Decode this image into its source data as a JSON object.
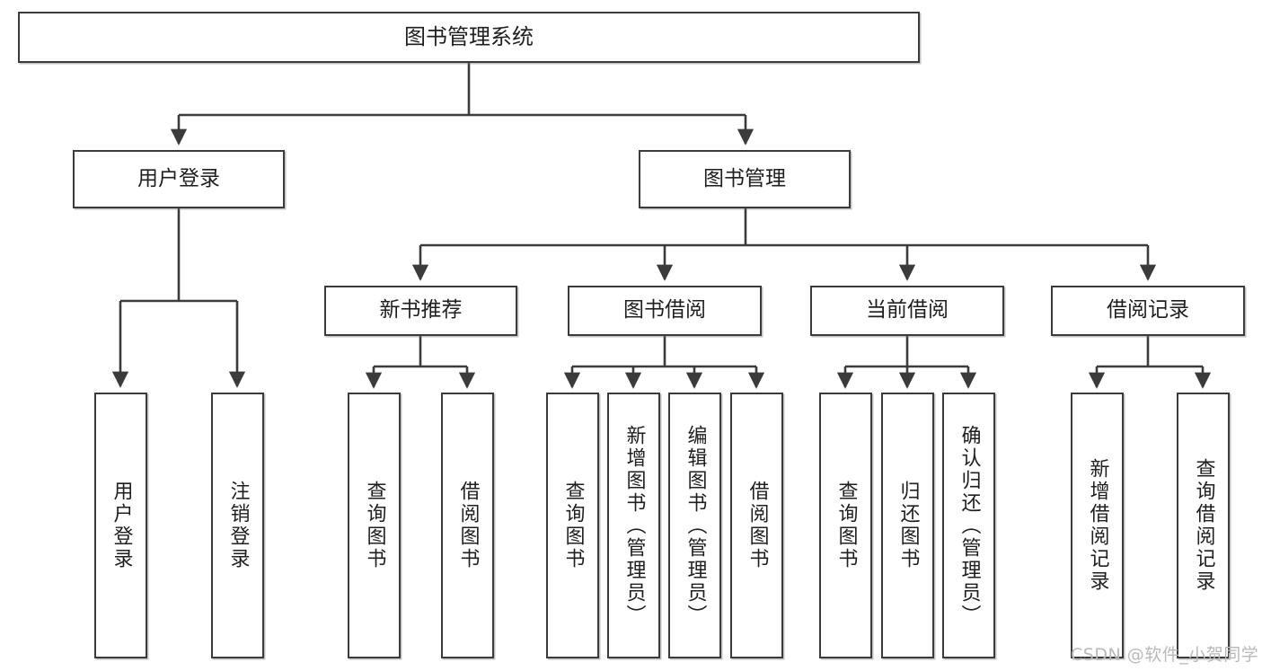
{
  "diagram": {
    "title": "图书管理系统",
    "type": "tree-hierarchy-chart",
    "background": "#ffffff",
    "box_border_color": "#3b3b3b",
    "text_color": "#1f1f1f",
    "connector_color": "#3b3b3b"
  },
  "root": {
    "label": "图书管理系统"
  },
  "level2": [
    {
      "label": "用户登录"
    },
    {
      "label": "图书管理"
    }
  ],
  "level3": [
    {
      "label": "新书推荐"
    },
    {
      "label": "图书借阅"
    },
    {
      "label": "当前借阅"
    },
    {
      "label": "借阅记录"
    }
  ],
  "leaves": {
    "user_login": [
      {
        "label": "用户登录"
      },
      {
        "label": "注销登录"
      }
    ],
    "new_book_recommend": [
      {
        "label": "查询图书"
      },
      {
        "label": "借阅图书"
      }
    ],
    "book_borrow": [
      {
        "label": "查询图书"
      },
      {
        "label": "新增图书（管理员）"
      },
      {
        "label": "编辑图书（管理员）"
      },
      {
        "label": "借阅图书"
      }
    ],
    "current_borrow": [
      {
        "label": "查询图书"
      },
      {
        "label": "归还图书"
      },
      {
        "label": "确认归还（管理员）"
      }
    ],
    "borrow_record": [
      {
        "label": "新增借阅记录"
      },
      {
        "label": "查询借阅记录"
      }
    ]
  },
  "watermark": {
    "text": "CSDN @软件_小贺同学"
  }
}
